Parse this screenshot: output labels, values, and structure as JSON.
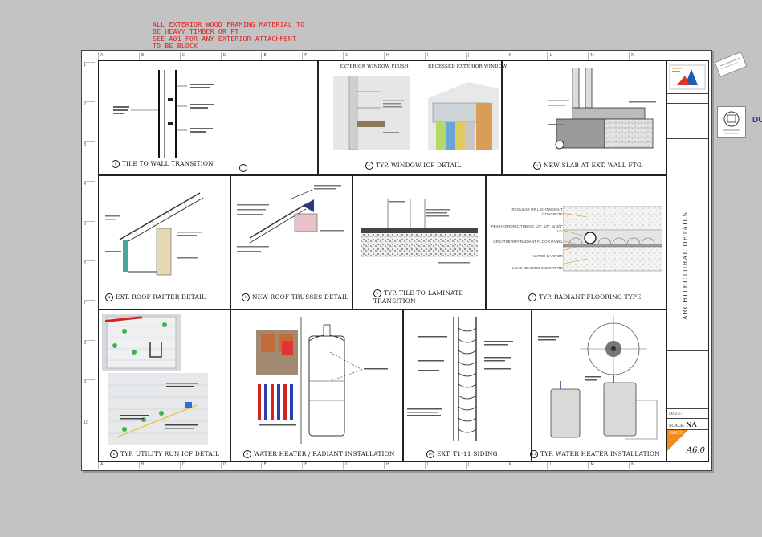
{
  "note_lines": [
    "ALL EXTERIOR WOOD FRAMING MATERIAL TO",
    "BE HEAVY TIMBER OR PT",
    "SEE A01 FOR ANY EXTERIOR ATTACHMENT",
    "TO BE BLOCK"
  ],
  "ruler_top": [
    "A",
    "B",
    "C",
    "D",
    "E",
    "F",
    "G",
    "H",
    "I",
    "J",
    "K",
    "L",
    "M",
    "N"
  ],
  "ruler_left": [
    "1",
    "2",
    "3",
    "4",
    "5",
    "6",
    "7",
    "8",
    "9",
    "10"
  ],
  "details": [
    {
      "label": "TILE TO WALL TRANSITION",
      "num": "1"
    },
    {
      "label": "TYP. WINDOW ICF DETAIL",
      "num": "2"
    },
    {
      "label": "NEW SLAB AT EXT. WALL FTG.",
      "num": "3"
    },
    {
      "label": "EXT. ROOF RAFTER DETAIL",
      "num": "4"
    },
    {
      "label": "NEW ROOF TRUSSES DETAIL",
      "num": "5"
    },
    {
      "label": "TYP. TILE-TO-LAMINATE TRANSITION",
      "num": "6"
    },
    {
      "label": "TYP. RADIANT FLOORING TYPE",
      "num": "7"
    },
    {
      "label": "TYP. UTILITY RUN ICF DETAIL",
      "num": "8"
    },
    {
      "label": "WATER HEATER / RADIANT INSTALLATION",
      "num": "9"
    },
    {
      "label": "EXT. T1-11 SIDING",
      "num": "10"
    },
    {
      "label": "TYP. WATER HEATER INSTALLATION",
      "num": "11"
    }
  ],
  "window_sub": [
    "EXTERIOR WINDOW FLUSH",
    "RECESSED EXTERIOR WINDOW"
  ],
  "radiant_labels": [
    "REGULAR OR LIGHTWEIGHT CONCRETE",
    "PEX HYDRONIC TUBING 1/2\", 5/8\", or 3/4\" I.D.",
    "CREATHERM® RADIANT FLOOR PANEL",
    "VAPOR BARRIER",
    "LOAD BEARING SUBSTRATE"
  ],
  "titleblock": {
    "sheet_title": "ARCHITECTURAL DETAILS",
    "date_label": "DATE:",
    "date_value": "",
    "scale_label": "SCALE:",
    "scale_value": "NA",
    "sheet_label": "SHEET",
    "sheet_value": "A6.0"
  },
  "colors": {
    "note": "#e02020",
    "orange": "#f08c1e",
    "frame": "#222222"
  }
}
